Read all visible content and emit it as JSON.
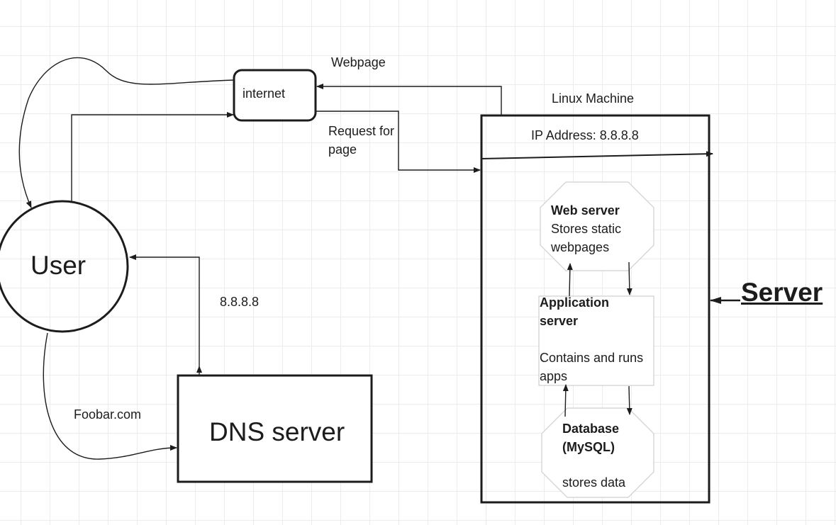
{
  "diagram": {
    "nodes": {
      "user": "User",
      "internet": "internet",
      "dns": "DNS server",
      "linux": "Linux Machine",
      "ip": "IP Address: 8.8.8.8",
      "web_title": "Web server",
      "web_desc_1": "Stores static",
      "web_desc_2": "webpages",
      "app_title_1": "Application",
      "app_title_2": "server",
      "app_desc_1": "Contains and runs",
      "app_desc_2": "apps",
      "db_title_1": "Database",
      "db_title_2": "(MySQL)",
      "db_desc": "stores data",
      "server_label": "Server"
    },
    "edges": {
      "webpage": "Webpage",
      "request_1": "Request for",
      "request_2": "page",
      "dns_reply": "8.8.8.8",
      "query": "Foobar.com"
    }
  }
}
